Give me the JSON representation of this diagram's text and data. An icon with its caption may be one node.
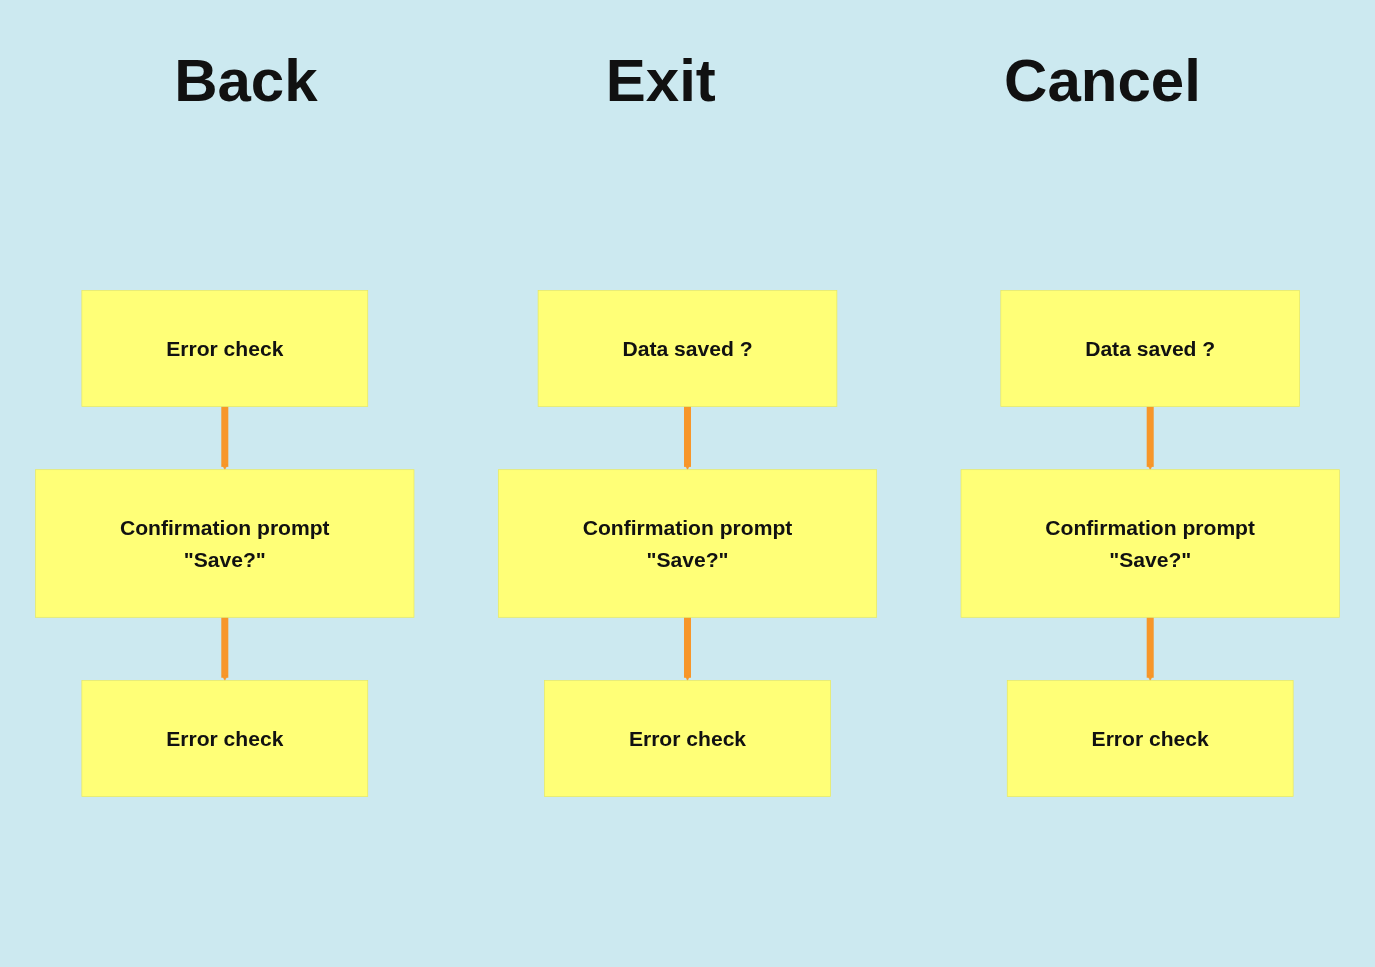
{
  "diagram": {
    "nodes": [
      {
        "text": [
          "Error check"
        ]
      },
      {
        "text": [
          "Confirmation prompt",
          "\"Save?\""
        ]
      },
      {
        "text": [
          "Error check"
        ]
      },
      {
        "text": [
          "Data saved ?"
        ]
      },
      {
        "text": [
          "Confirmation prompt",
          "\"Save?\""
        ]
      },
      {
        "text": [
          "Error check"
        ]
      },
      {
        "text": [
          "Data saved ?"
        ]
      },
      {
        "text": [
          "Confirmation prompt",
          "\"Save?\""
        ]
      },
      {
        "text": [
          "Error check"
        ]
      }
    ],
    "edges": [
      {
        "from": 0,
        "to": 1,
        "arrow": "to"
      },
      {
        "from": 1,
        "to": 2,
        "arrow": "to"
      },
      {
        "from": 3,
        "to": 4,
        "arrow": "to"
      },
      {
        "from": 4,
        "to": 5,
        "arrow": "to"
      },
      {
        "from": 6,
        "to": 7,
        "arrow": "to"
      },
      {
        "from": 7,
        "to": 8,
        "arrow": "to"
      }
    ],
    "labels": [
      "Back",
      "Exit",
      "Cancel"
    ]
  }
}
